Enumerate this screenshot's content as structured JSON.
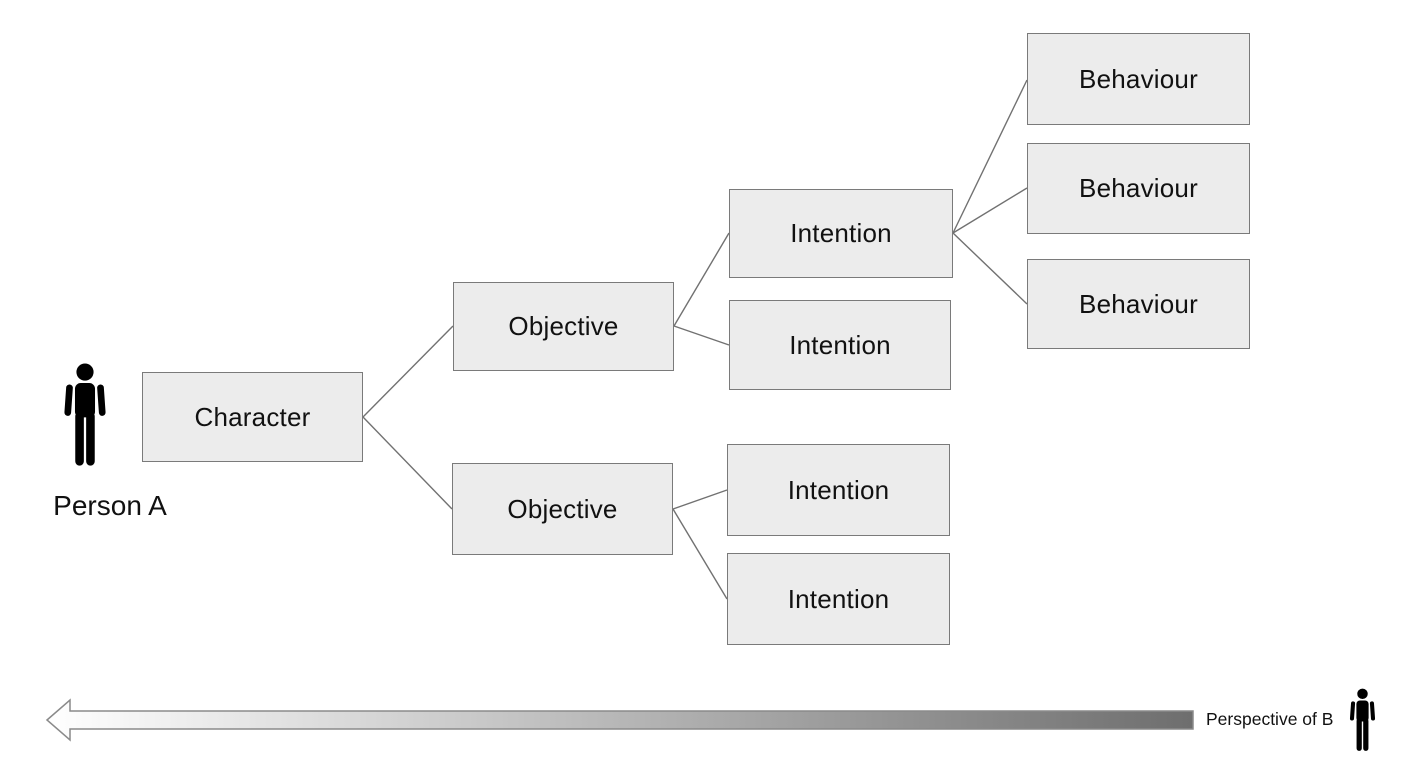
{
  "diagram": {
    "title": "",
    "person_a": {
      "label": "Person A",
      "icon": "person-icon"
    },
    "person_b": {
      "icon": "person-icon"
    },
    "arrow": {
      "label": "Perspective of B",
      "direction": "left",
      "gradient_start": "#ffffff",
      "gradient_end": "#6e6e6e",
      "border_color": "#8a8a8a"
    },
    "nodes": [
      {
        "id": "character",
        "label": "Character"
      },
      {
        "id": "objective-1",
        "label": "Objective"
      },
      {
        "id": "objective-2",
        "label": "Objective"
      },
      {
        "id": "intention-1",
        "label": "Intention"
      },
      {
        "id": "intention-2",
        "label": "Intention"
      },
      {
        "id": "intention-3",
        "label": "Intention"
      },
      {
        "id": "intention-4",
        "label": "Intention"
      },
      {
        "id": "behaviour-1",
        "label": "Behaviour"
      },
      {
        "id": "behaviour-2",
        "label": "Behaviour"
      },
      {
        "id": "behaviour-3",
        "label": "Behaviour"
      }
    ],
    "edges": [
      {
        "from": "character",
        "to": "objective-1"
      },
      {
        "from": "character",
        "to": "objective-2"
      },
      {
        "from": "objective-1",
        "to": "intention-1"
      },
      {
        "from": "objective-1",
        "to": "intention-2"
      },
      {
        "from": "objective-2",
        "to": "intention-3"
      },
      {
        "from": "objective-2",
        "to": "intention-4"
      },
      {
        "from": "intention-1",
        "to": "behaviour-1"
      },
      {
        "from": "intention-1",
        "to": "behaviour-2"
      },
      {
        "from": "intention-1",
        "to": "behaviour-3"
      }
    ],
    "colors": {
      "node_fill": "#ececec",
      "node_border": "#7a7a7a",
      "connector": "#717171",
      "icon": "#000000",
      "text": "#111111"
    }
  }
}
